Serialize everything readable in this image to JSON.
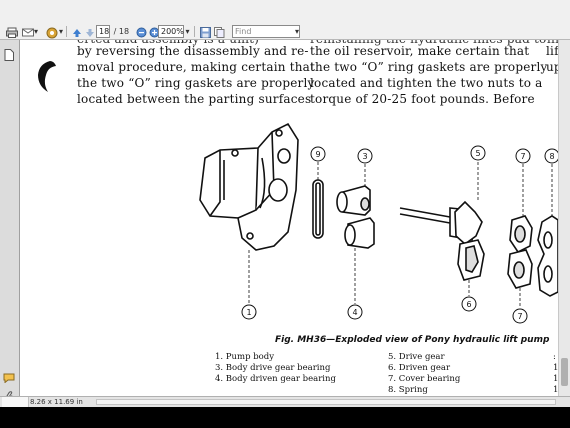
{
  "toolbar": {
    "page_current": "18",
    "page_separator": "/",
    "page_total": "18",
    "zoom": "200%",
    "find_placeholder": "Find",
    "icons": [
      "print-icon",
      "mail-icon",
      "dropdown-icon",
      "settings-icon",
      "up-arrow-icon",
      "down-arrow-icon",
      "zoom-out-icon",
      "zoom-in-icon",
      "zoom-dropdown-icon",
      "save-icon",
      "copy-icon",
      "search-icon"
    ]
  },
  "status": {
    "page_size": "8.26 x 11.69 in"
  },
  "document": {
    "left_column": [
      "by reversing the disassembly and re-",
      "moval procedure, making certain that",
      "the two “O” ring gaskets are properly",
      "located between the parting surfaces"
    ],
    "right_column": [
      "the oil reservoir, make certain that",
      "the two “O” ring gaskets are properly",
      "located and tighten the two nuts to a",
      "torque of 20-25 foot pounds. Before"
    ],
    "far_right_fragments": [
      "lift",
      "up"
    ],
    "figure_caption": "Fig. MH36—Exploded view of Pony hydraulic lift pump",
    "callouts": [
      "1",
      "3",
      "4",
      "5",
      "6",
      "7",
      "7",
      "8",
      "9"
    ],
    "legend_left": [
      "1. Pump body",
      "3. Body drive gear bearing",
      "4. Body driven gear bearing"
    ],
    "legend_right": [
      "5. Drive gear",
      "6. Driven gear",
      "7. Cover bearing",
      "8. Spring"
    ],
    "legend_edge_fragments": [
      ":",
      "1",
      "1",
      "1"
    ]
  }
}
